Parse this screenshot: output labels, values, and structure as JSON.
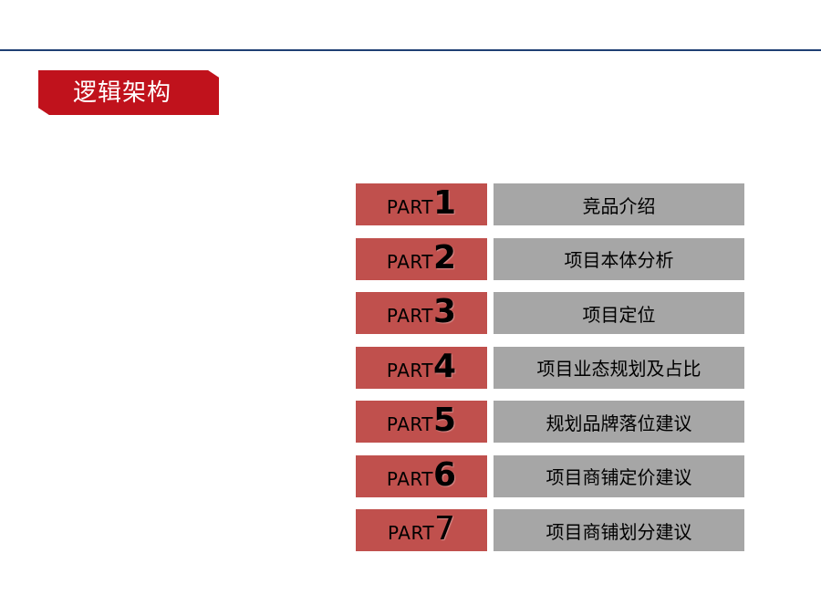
{
  "slide": {
    "title": "逻辑架构",
    "colors": {
      "rule": "#1f3f73",
      "title_tab": "#c0121c",
      "part_label_bg": "#c0504d",
      "part_desc_bg": "#a6a6a6"
    }
  },
  "parts": [
    {
      "prefix": "PART",
      "number": "1",
      "title": "竞品介绍"
    },
    {
      "prefix": "PART",
      "number": "2",
      "title": "项目本体分析"
    },
    {
      "prefix": "PART",
      "number": "3",
      "title": "项目定位"
    },
    {
      "prefix": "PART",
      "number": "4",
      "title": "项目业态规划及占比"
    },
    {
      "prefix": "PART",
      "number": "5",
      "title": "规划品牌落位建议"
    },
    {
      "prefix": "PART",
      "number": "6",
      "title": "项目商铺定价建议"
    },
    {
      "prefix": "PART",
      "number": "7",
      "title": "项目商铺划分建议"
    }
  ]
}
